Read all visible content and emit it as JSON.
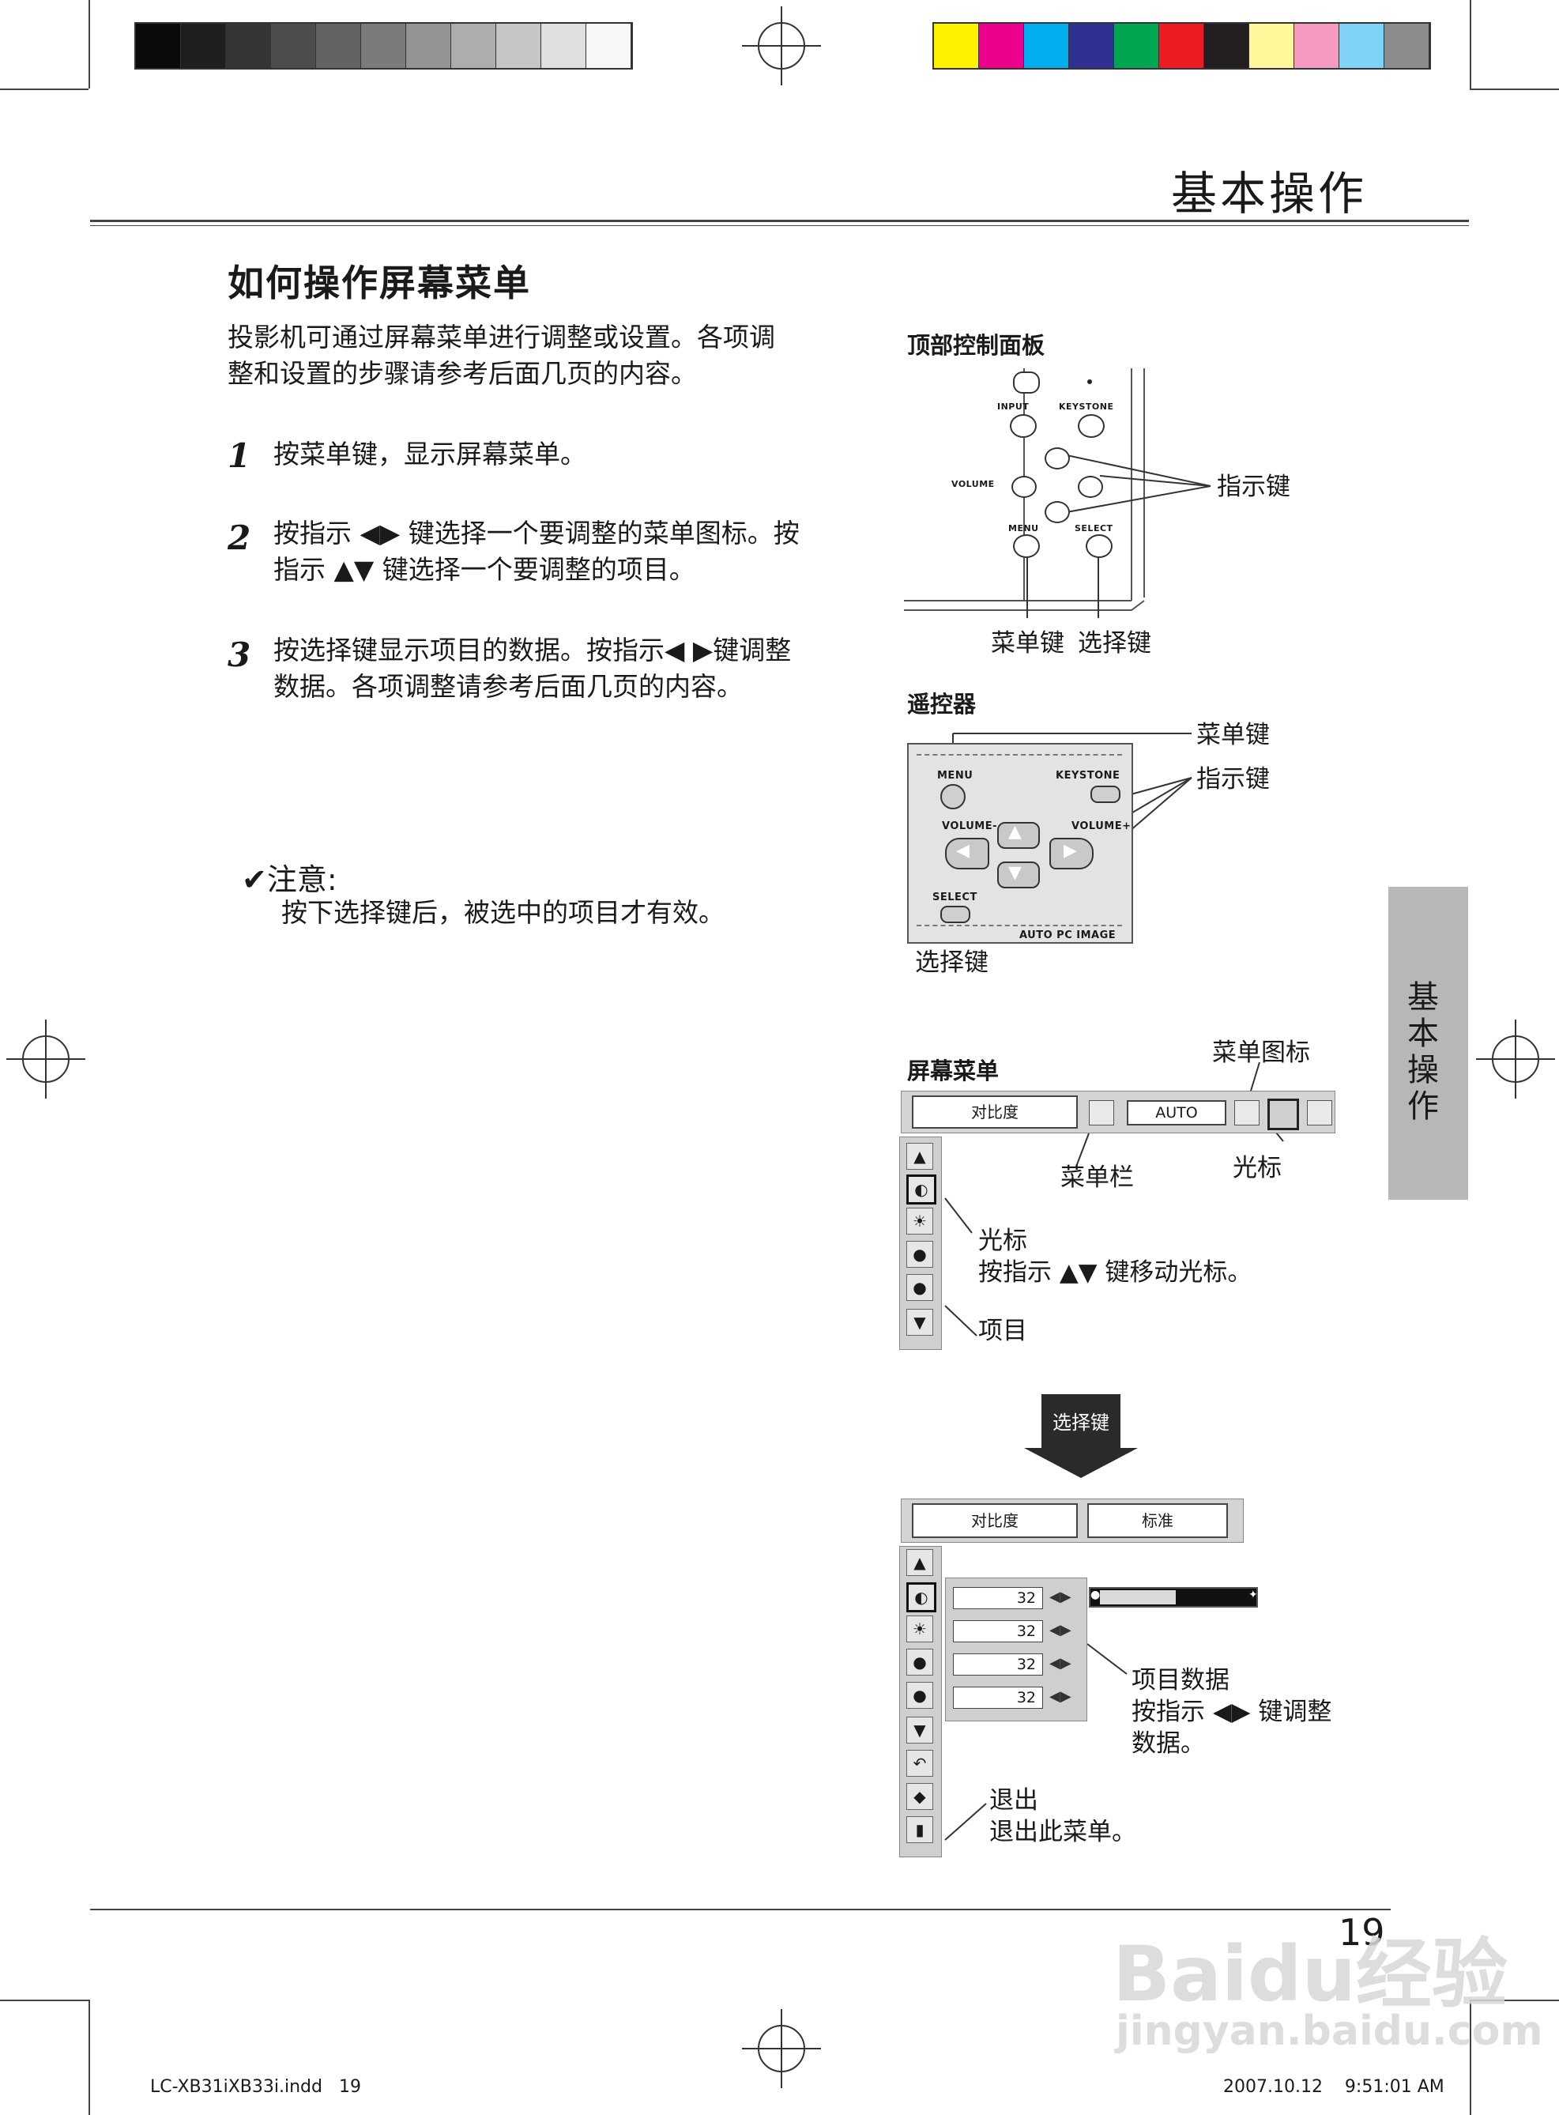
{
  "header": {
    "section_title": "基本操作"
  },
  "main": {
    "heading": "如何操作屏幕菜单",
    "intro_line1": "投影机可通过屏幕菜单进行调整或设置。各项调",
    "intro_line2": "整和设置的步骤请参考后面几页的内容。",
    "steps": [
      {
        "num": "1",
        "line1": "按菜单键，显示屏幕菜单。",
        "line2": ""
      },
      {
        "num": "2",
        "line1": "按指示 ◀▶ 键选择一个要调整的菜单图标。按",
        "line2": "指示 ▲▼ 键选择一个要调整的项目。"
      },
      {
        "num": "3",
        "line1": "按选择键显示项目的数据。按指示◀ ▶键调整",
        "line2": "数据。各项调整请参考后面几页的内容。"
      }
    ],
    "note_title": "✔注意:",
    "note_text": "按下选择键后，被选中的项目才有效。"
  },
  "side_tab": {
    "label": "基本操作"
  },
  "top_panel": {
    "label": "顶部控制面板",
    "input_key": "INPUT",
    "keystone_key": "KEYSTONE",
    "volume_key": "VOLUME",
    "menu_key": "MENU",
    "select_key": "SELECT",
    "pointer_callout": "指示键",
    "menu_callout": "菜单键",
    "select_callout": "选择键"
  },
  "remote": {
    "label": "遥控器",
    "menu_key": "MENU",
    "keystone_key": "KEYSTONE",
    "volume_minus": "VOLUME-",
    "volume_plus": "VOLUME+",
    "select_key": "SELECT",
    "bottom_keys": "AUTO PC  IMAGE",
    "menu_callout": "菜单键",
    "pointer_callout": "指示键",
    "select_callout": "选择键"
  },
  "osd1": {
    "label": "屏幕菜单",
    "menu_icon_callout": "菜单图标",
    "item_name": "对比度",
    "mode_value": "AUTO",
    "menubar_callout": "菜单栏",
    "cursor_callout_top": "光标",
    "cursor_callout": "光标",
    "cursor_desc": "按指示 ▲▼ 键移动光标。",
    "item_callout": "项目"
  },
  "arrow": {
    "label": "选择键"
  },
  "osd2": {
    "item_name": "对比度",
    "mode_value": "标准",
    "values": [
      "32",
      "32",
      "32",
      "32"
    ],
    "data_callout": "项目数据",
    "data_desc_line1": "按指示 ◀▶ 键调整",
    "data_desc_line2": "数据。",
    "exit_callout": "退出",
    "exit_desc": "退出此菜单。"
  },
  "footer": {
    "page_number": "19",
    "file_info": "LC-XB31iXB33i.indd   19",
    "timestamp": "2007.10.12    9:51:01 AM"
  },
  "watermark": {
    "brand": "Baidu经验",
    "url": "jingyan.baidu.com"
  },
  "colors": {
    "grays": [
      "#0a0a0a",
      "#1f1f1f",
      "#353535",
      "#4c4c4c",
      "#636363",
      "#7b7b7b",
      "#949494",
      "#adadad",
      "#c6c6c6",
      "#dfdfdf",
      "#f7f7f7"
    ],
    "process": [
      "#fff200",
      "#ec008c",
      "#00aeef",
      "#2e3192",
      "#00a651",
      "#ed1c24",
      "#231f20",
      "#fff799",
      "#f49ac1",
      "#7fd3f7",
      "#8c8c8c"
    ],
    "side_tab": "#b7b7b7"
  }
}
